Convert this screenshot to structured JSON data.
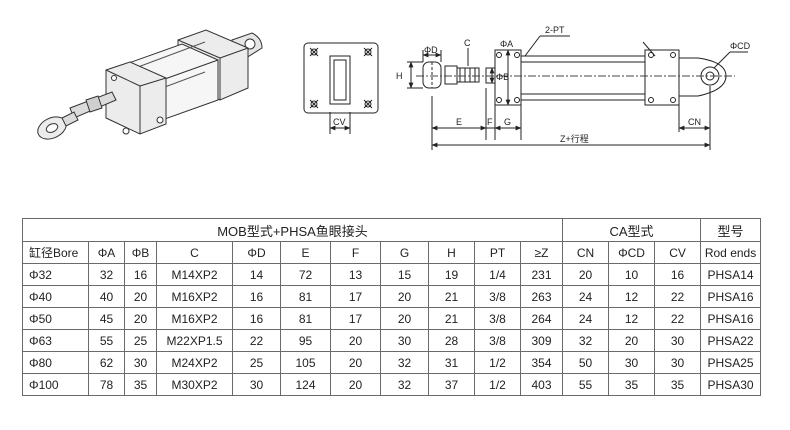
{
  "drawing": {
    "labels": {
      "pt": "2-PT",
      "a": "ΦA",
      "d": "ΦD",
      "c": "C",
      "h": "H",
      "b": "ΦB",
      "cd": "ΦCD",
      "e": "E",
      "f": "F",
      "g": "G",
      "cn": "CN",
      "z": "Z+行程",
      "cv": "CV"
    }
  },
  "table": {
    "group_headers": {
      "mob": "MOB型式+PHSA鱼眼接头",
      "ca": "CA型式",
      "model": "型号"
    },
    "columns": [
      "缸径Bore",
      "ΦA",
      "ΦB",
      "C",
      "ΦD",
      "E",
      "F",
      "G",
      "H",
      "PT",
      "≥Z",
      "CN",
      "ΦCD",
      "CV",
      "Rod ends"
    ],
    "rows": [
      [
        "Φ32",
        "32",
        "16",
        "M14XP2",
        "14",
        "72",
        "13",
        "15",
        "19",
        "1/4",
        "231",
        "20",
        "10",
        "16",
        "PHSA14"
      ],
      [
        "Φ40",
        "40",
        "20",
        "M16XP2",
        "16",
        "81",
        "17",
        "20",
        "21",
        "3/8",
        "263",
        "24",
        "12",
        "22",
        "PHSA16"
      ],
      [
        "Φ50",
        "45",
        "20",
        "M16XP2",
        "16",
        "81",
        "17",
        "20",
        "21",
        "3/8",
        "264",
        "24",
        "12",
        "22",
        "PHSA16"
      ],
      [
        "Φ63",
        "55",
        "25",
        "M22XP1.5",
        "22",
        "95",
        "20",
        "30",
        "28",
        "3/8",
        "309",
        "32",
        "20",
        "30",
        "PHSA22"
      ],
      [
        "Φ80",
        "62",
        "30",
        "M24XP2",
        "25",
        "105",
        "20",
        "32",
        "31",
        "1/2",
        "354",
        "50",
        "30",
        "30",
        "PHSA25"
      ],
      [
        "Φ100",
        "78",
        "35",
        "M30XP2",
        "30",
        "124",
        "20",
        "32",
        "37",
        "1/2",
        "403",
        "55",
        "35",
        "35",
        "PHSA30"
      ]
    ]
  }
}
